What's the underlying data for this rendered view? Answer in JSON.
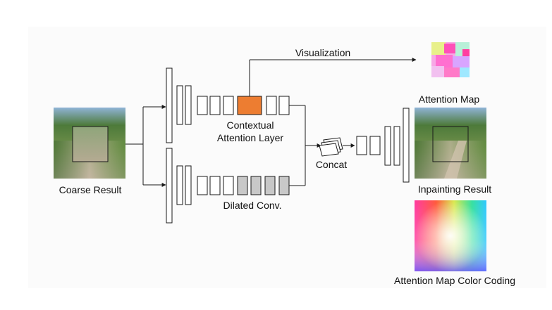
{
  "labels": {
    "coarse_result": "Coarse Result",
    "contextual_attention_line1": "Contextual",
    "contextual_attention_line2": "Attention Layer",
    "dilated_conv": "Dilated Conv.",
    "concat": "Concat",
    "visualization": "Visualization",
    "attention_map": "Attention Map",
    "inpainting_result": "Inpainting Result",
    "color_coding": "Attention Map Color Coding"
  },
  "colors": {
    "attention_block": "#ed7d31",
    "dilated_block": "#c8c8c8",
    "layer_fill": "#ffffff",
    "stroke": "#1a1a1a"
  }
}
